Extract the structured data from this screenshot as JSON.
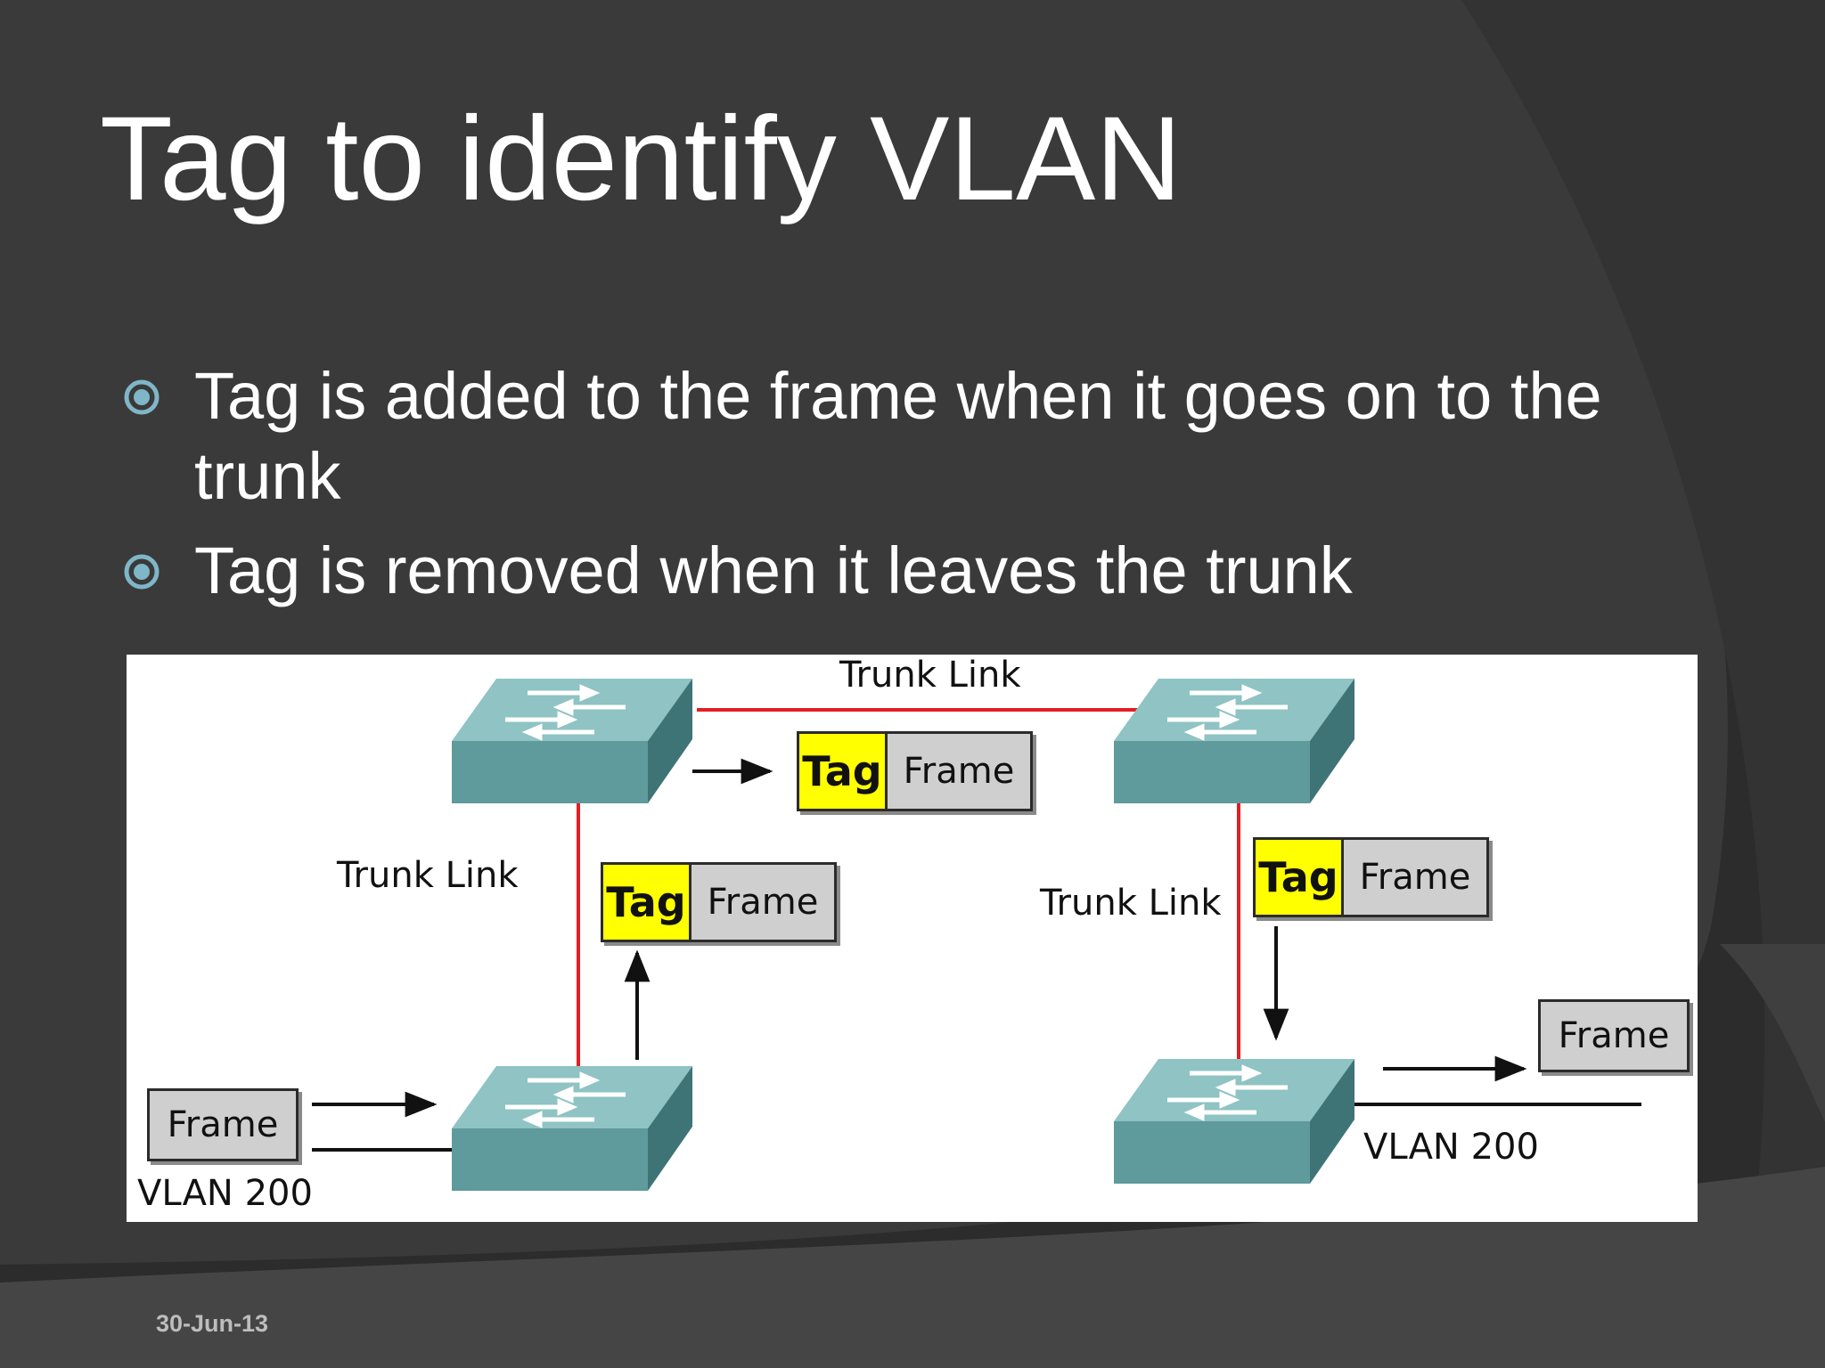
{
  "slide": {
    "title": "Tag to identify VLAN",
    "date": "30-Jun-13"
  },
  "bullets": [
    {
      "text": "Tag is added to the frame when it goes on to the trunk"
    },
    {
      "text": "Tag is removed when it leaves the trunk"
    }
  ],
  "diagram": {
    "trunk_top_label": "Trunk Link",
    "trunk_left_label": "Trunk Link",
    "trunk_right_label": "Trunk Link",
    "tag_label": "Tag",
    "frame_label": "Frame",
    "vlan_left_label": "VLAN 200",
    "vlan_right_label": "VLAN 200"
  },
  "colors": {
    "background": "#2c2c2c",
    "bullet_accent": "#7fb6c8",
    "trunk_link": "#e31e24",
    "switch": "#5f9a9c",
    "tag_fill": "#ffff00"
  }
}
